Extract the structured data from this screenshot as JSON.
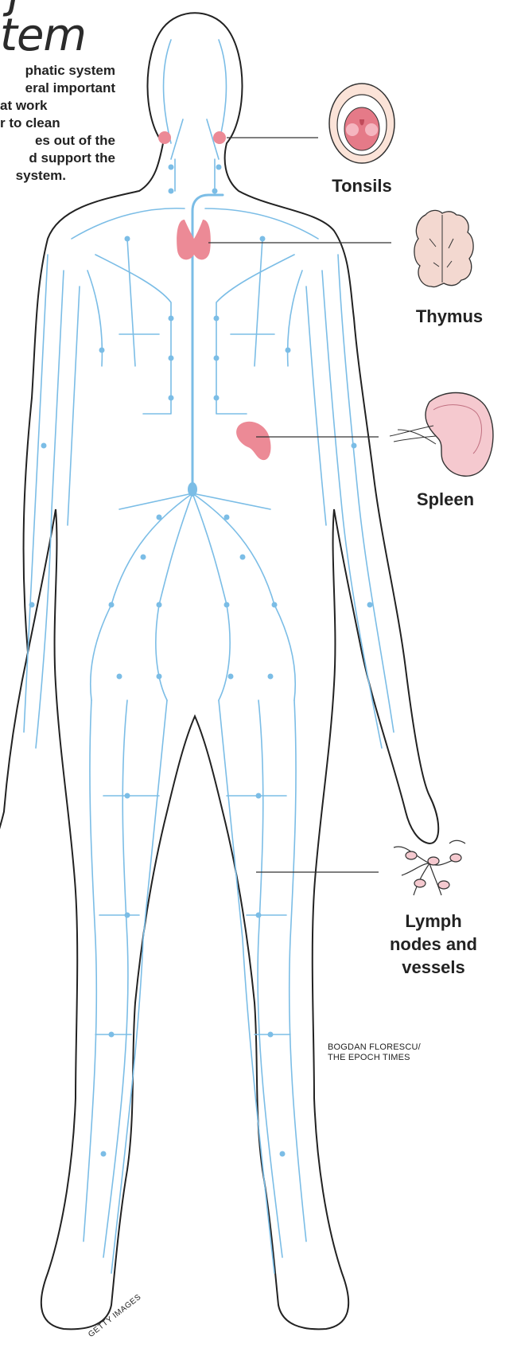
{
  "header": {
    "title_fragment_top": "j",
    "title_fragment_bottom": "tem",
    "intro_lines": [
      "phatic system",
      "eral important",
      "at work",
      "r to clean",
      "es out of the",
      "d support the",
      "system."
    ]
  },
  "labels": {
    "tonsils": "Tonsils",
    "thymus": "Thymus",
    "spleen": "Spleen",
    "lymph_line1": "Lymph",
    "lymph_line2": "nodes and",
    "lymph_line3": "vessels"
  },
  "credits": {
    "line1": "BOGDAN FLORESCU/",
    "line2": "THE EPOCH TIMES",
    "getty": "GETTY IMAGES"
  },
  "colors": {
    "lymph_vessel": "#7bbde6",
    "organ_pink": "#ec8a96",
    "body_outline": "#222222",
    "leader_line": "#333333"
  }
}
